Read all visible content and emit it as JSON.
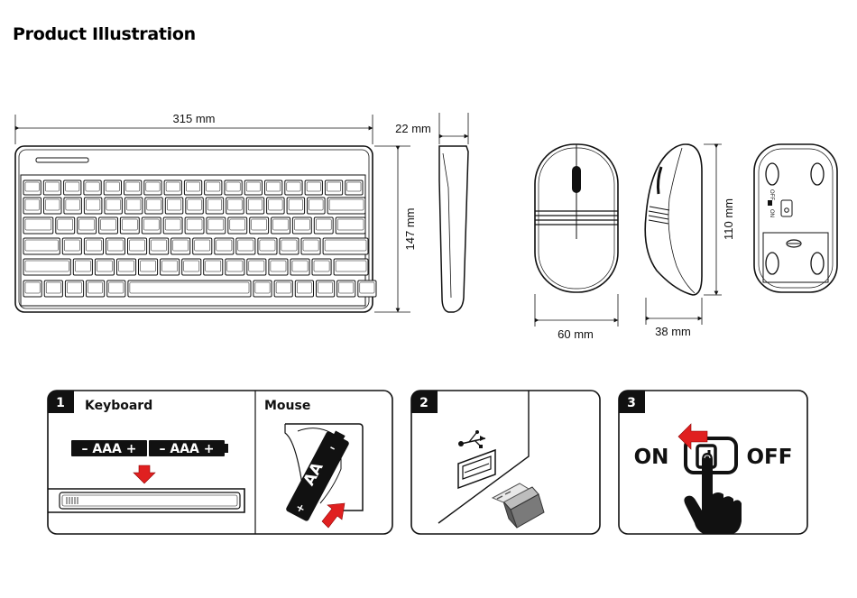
{
  "title": "Product Illustration",
  "dimensions": {
    "keyboard_width": "315 mm",
    "keyboard_height": "147 mm",
    "keyboard_depth": "22 mm",
    "mouse_width": "60 mm",
    "mouse_depth": "38 mm",
    "mouse_length": "110 mm"
  },
  "mouse_switch_labels": {
    "on": "ON",
    "off": "OFF"
  },
  "steps": [
    {
      "number": "1",
      "keyboard_label": "Keyboard",
      "mouse_label": "Mouse",
      "battery_left": "– AAA +",
      "battery_right": "– AAA +",
      "mouse_battery": "AA"
    },
    {
      "number": "2"
    },
    {
      "number": "3",
      "on_label": "ON",
      "off_label": "OFF"
    }
  ],
  "colors": {
    "arrow": "#e02020",
    "outline": "#111111",
    "badge": "#111111"
  },
  "icons": [
    "usb-icon",
    "arrow-down-icon",
    "arrow-left-icon",
    "hand-pointer-icon"
  ]
}
